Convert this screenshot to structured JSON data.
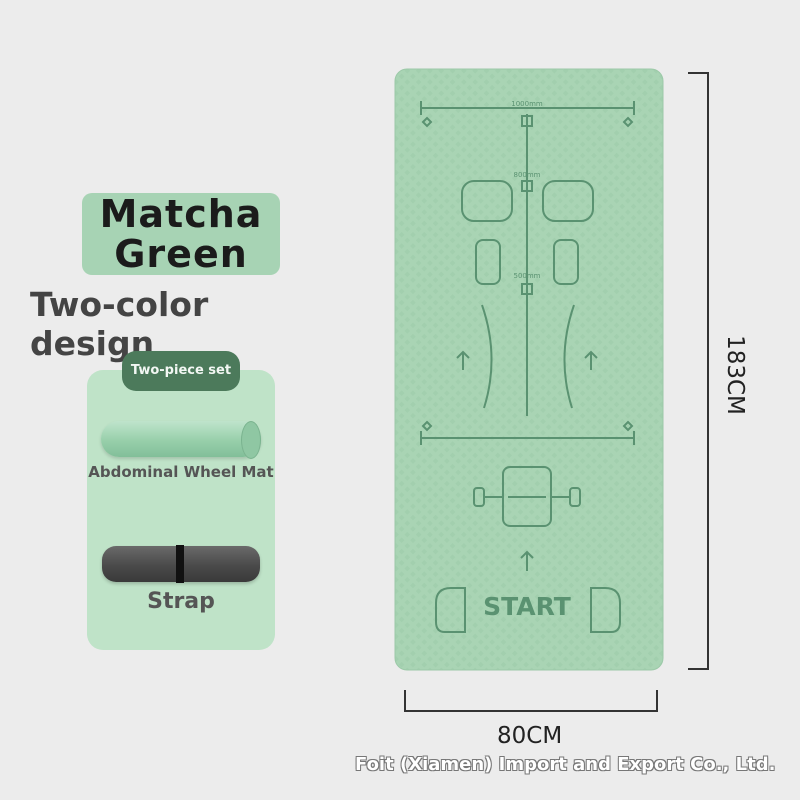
{
  "title": {
    "line1": "Matcha",
    "line2": "Green"
  },
  "subtitle": "Two-color design",
  "set": {
    "tag": "Two-piece set",
    "item1": "Abdominal Wheel Mat",
    "item2": "Strap"
  },
  "mat": {
    "label_1000": "1000mm",
    "label_800": "800mm",
    "label_500": "500mm",
    "start": "START",
    "color_main": "#a9d4b4",
    "color_lines": "#5a9271"
  },
  "dimensions": {
    "width": "80CM",
    "height": "183CM"
  },
  "company": "Foit (Xiamen) Import and Export Co., Ltd."
}
